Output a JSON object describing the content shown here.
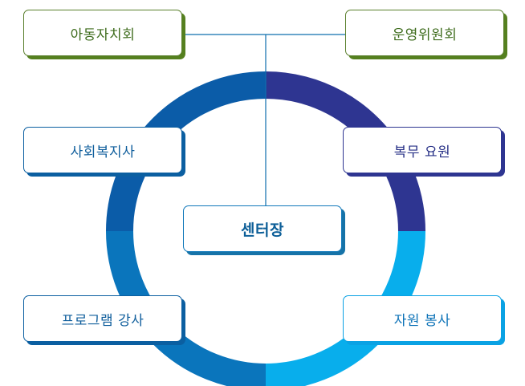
{
  "diagram": {
    "center": {
      "label": "센터장"
    },
    "top_left": {
      "label": "아동자치회"
    },
    "top_right": {
      "label": "운영위원회"
    },
    "mid_left": {
      "label": "사회복지사"
    },
    "mid_right": {
      "label": "복무 요원"
    },
    "bottom_left": {
      "label": "프로그램 강사"
    },
    "bottom_right": {
      "label": "자원 봉사"
    }
  },
  "colors": {
    "green": "#55801f",
    "blue_dark": "#0b5ca8",
    "blue_mid": "#0a75bc",
    "navy": "#2e3591",
    "sky": "#08aeec",
    "line": "#0f6fae"
  }
}
